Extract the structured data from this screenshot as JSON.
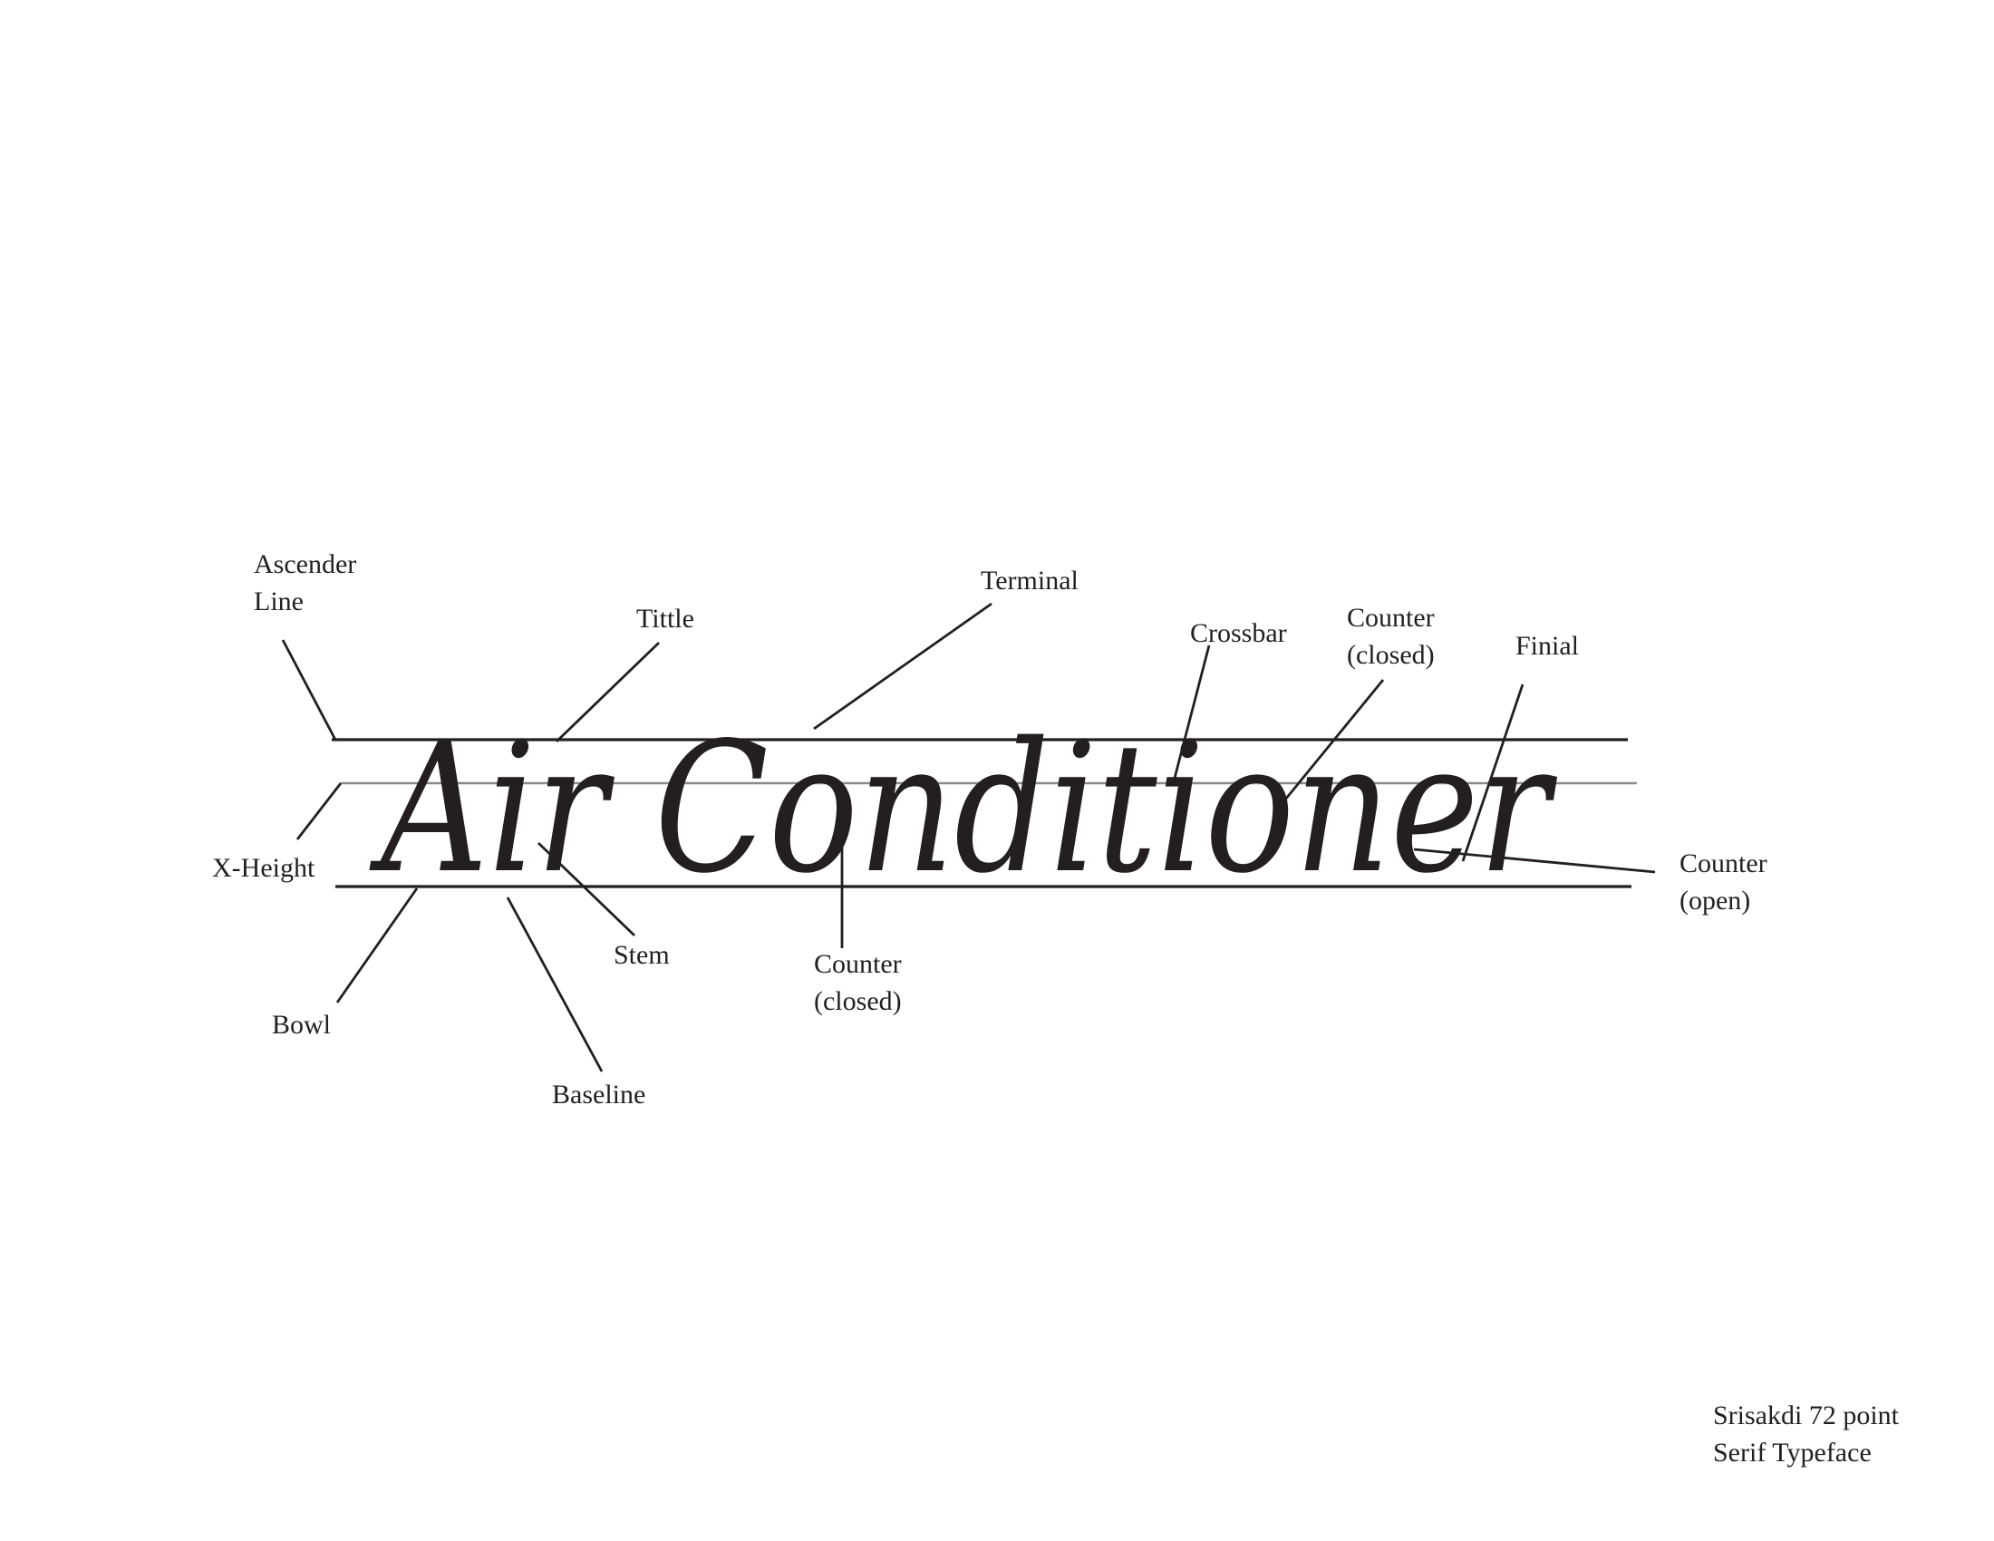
{
  "specimen": {
    "word": "Air Conditioner"
  },
  "labels": {
    "ascender_line": [
      "Ascender",
      "Line"
    ],
    "tittle": "Tittle",
    "terminal": "Terminal",
    "crossbar": "Crossbar",
    "counter_closed_top": [
      "Counter",
      "(closed)"
    ],
    "finial": "Finial",
    "x_height": "X-Height",
    "counter_open": [
      "Counter",
      "(open)"
    ],
    "stem": "Stem",
    "counter_closed_bottom": [
      "Counter",
      "(closed)"
    ],
    "bowl": "Bowl",
    "baseline": "Baseline"
  },
  "caption": {
    "line1": "Srisakdi 72 point",
    "line2": "Serif Typeface"
  },
  "colors": {
    "ink": "#231f20",
    "x_height_guide": "#8a8a8a",
    "background": "#ffffff"
  }
}
